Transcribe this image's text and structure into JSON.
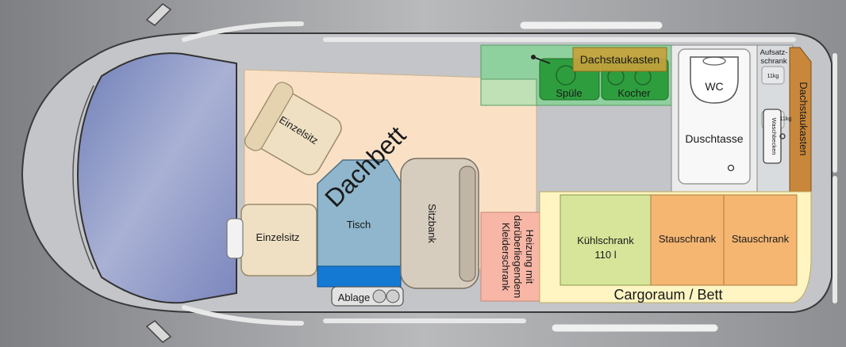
{
  "colors": {
    "background": "#8f9194",
    "body_fill": "#c9cacc",
    "body_stroke": "#3a3a3a",
    "windshield": "#8d98c4",
    "roofbed": "#fde3c6",
    "seat": "#efe0c4",
    "table": "#8fb6cc",
    "bench": "#d6cdbf",
    "ablage_blue": "#1479d3",
    "kitchen_green": "#8fd19e",
    "kitchen_dark": "#2e9d3e",
    "roofbox_brown": "#c8873a",
    "bathroom": "#ebebeb",
    "heater": "#f7b6a6",
    "fridge": "#d6e59a",
    "storage_orange": "#f5b672",
    "cargo": "#fff5c2"
  },
  "labels": {
    "dachbett": "Dachbett",
    "einzelsitz_upper": "Einzelsitz",
    "einzelsitz_lower": "Einzelsitz",
    "tisch": "Tisch",
    "sitzbank": "Sitzbank",
    "ablage": "Ablage",
    "spuele": "Spüle",
    "kocher": "Kocher",
    "dachstaukasten_top": "Dachstaukasten",
    "wc": "WC",
    "duschtasse": "Duschtasse",
    "aufsatzschrank_line1": "Aufsatz-",
    "aufsatzschrank_line2": "schrank",
    "waschbecken": "Waschbecken",
    "kg11_a": "11kg",
    "kg11_b": "11kg",
    "dachstaukasten_right": "Dachstaukasten",
    "heizung_line1": "Heizung mit",
    "heizung_line2": "darüberliegendem",
    "heizung_line3": "Kleiderschrank",
    "kuehlschrank_line1": "Kühlschrank",
    "kuehlschrank_line2": "110 l",
    "stauschrank_1": "Stauschrank",
    "stauschrank_2": "Stauschrank",
    "cargoraum": "Cargoraum / Bett"
  }
}
